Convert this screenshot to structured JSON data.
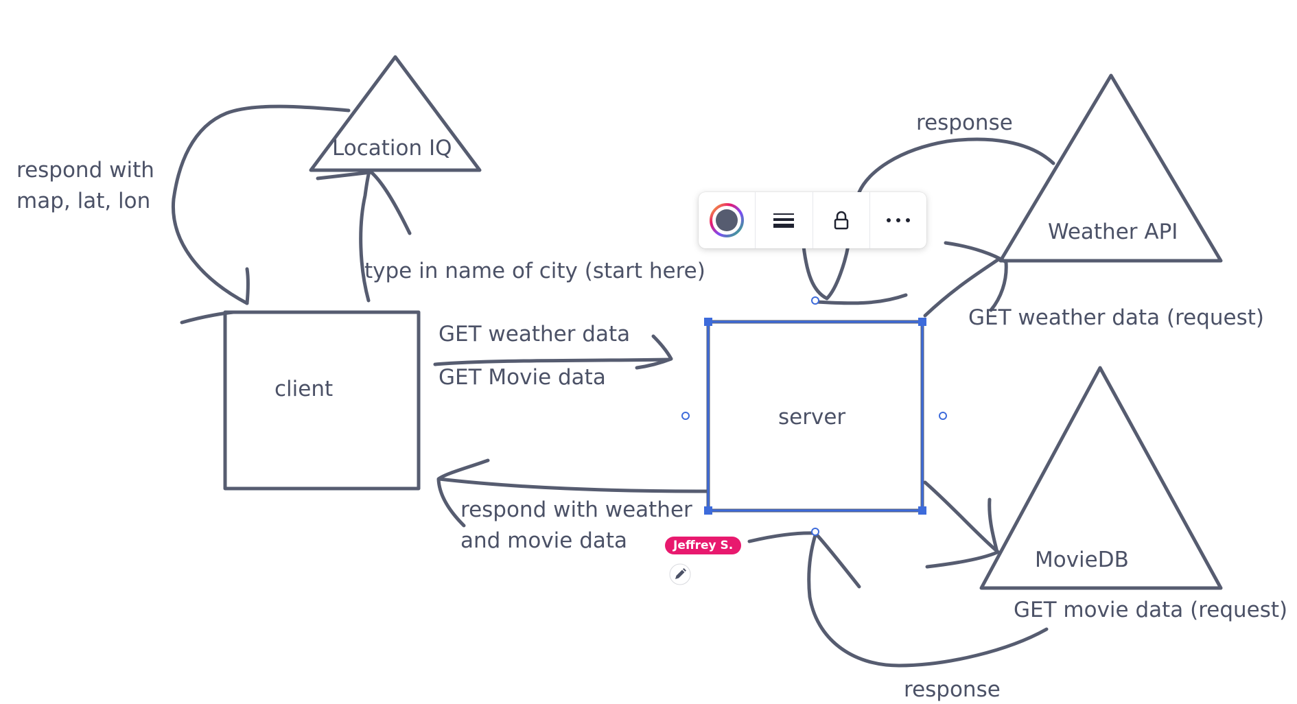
{
  "nodes": {
    "client": {
      "label": "client"
    },
    "server": {
      "label": "server"
    },
    "location_iq": {
      "label": "Location IQ"
    },
    "weather_api": {
      "label": "Weather API"
    },
    "moviedb": {
      "label": "MovieDB"
    }
  },
  "edges": {
    "respond_map": {
      "line1": "respond with",
      "line2": "map, lat, lon"
    },
    "type_city": {
      "label": "type in name of city (start here)"
    },
    "get_weather": {
      "label": "GET weather data"
    },
    "get_movie": {
      "label": "GET Movie data"
    },
    "respond_weather_movie": {
      "line1": "respond with weather",
      "line2": "and movie data"
    },
    "weather_response": {
      "label": "response"
    },
    "weather_request": {
      "label": "GET weather data (request)"
    },
    "movie_request": {
      "label": "GET movie data (request)"
    },
    "movie_response": {
      "label": "response"
    }
  },
  "collaborator": {
    "name": "Jeffrey S.",
    "color": "#e8196e"
  },
  "toolbar": {
    "items": [
      "color-picker",
      "line-style",
      "lock",
      "more-options"
    ]
  },
  "colors": {
    "stroke": "#565c70",
    "text": "#4b5166",
    "selection": "#3d6bdb"
  }
}
